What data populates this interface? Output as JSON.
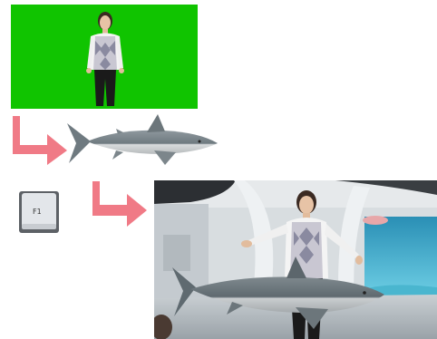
{
  "diagram": {
    "panels": [
      {
        "id": "source",
        "icon": "green-screen-person-image"
      },
      {
        "id": "object",
        "icon": "shark-image"
      },
      {
        "id": "result",
        "icon": "virtual-aquarium-composite-image"
      }
    ],
    "key": {
      "label": "F1",
      "icon": "keyboard-key-icon"
    },
    "arrows": [
      {
        "from": "source",
        "to": "object"
      },
      {
        "from": "key",
        "to": "result"
      }
    ]
  },
  "colors": {
    "green_screen": "#10c400",
    "arrow": "#f07a86",
    "shark": "#7f8a8f",
    "key_face": "#e3e6ea"
  }
}
